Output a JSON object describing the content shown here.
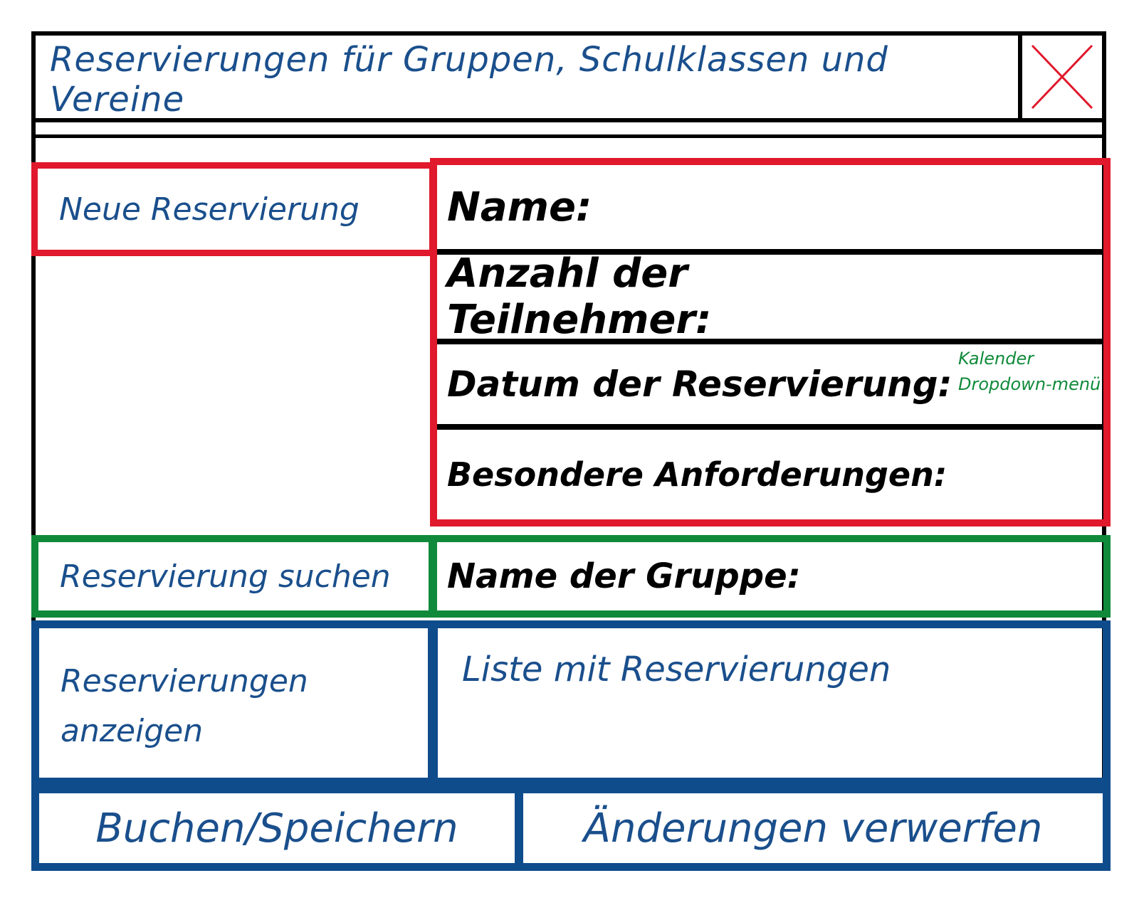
{
  "window": {
    "title": "Reservierungen für Gruppen, Schulklassen und Vereine"
  },
  "nav": {
    "new_reservation": "Neue Reservierung",
    "search_reservation": "Reservierung suchen",
    "show_reservations": "Reservierungen anzeigen"
  },
  "form": {
    "name_label": "Name:",
    "participants_label": "Anzahl der Teilnehmer:",
    "date_label": "Datum der Reservierung:",
    "date_hint": "Kalender Dropdown-menü",
    "special_label": "Besondere Anforderungen:"
  },
  "search": {
    "group_name_label": "Name der Gruppe:"
  },
  "list": {
    "placeholder_text": "Liste mit Reservierungen"
  },
  "actions": {
    "save_label": "Buchen/Speichern",
    "discard_label": "Änderungen verwerfen"
  },
  "colors": {
    "title_text": "#1a4f8c",
    "form_border": "#e0192c",
    "search_border": "#108a3a",
    "list_border": "#0f4c8c",
    "close_icon": "#e0192c"
  }
}
